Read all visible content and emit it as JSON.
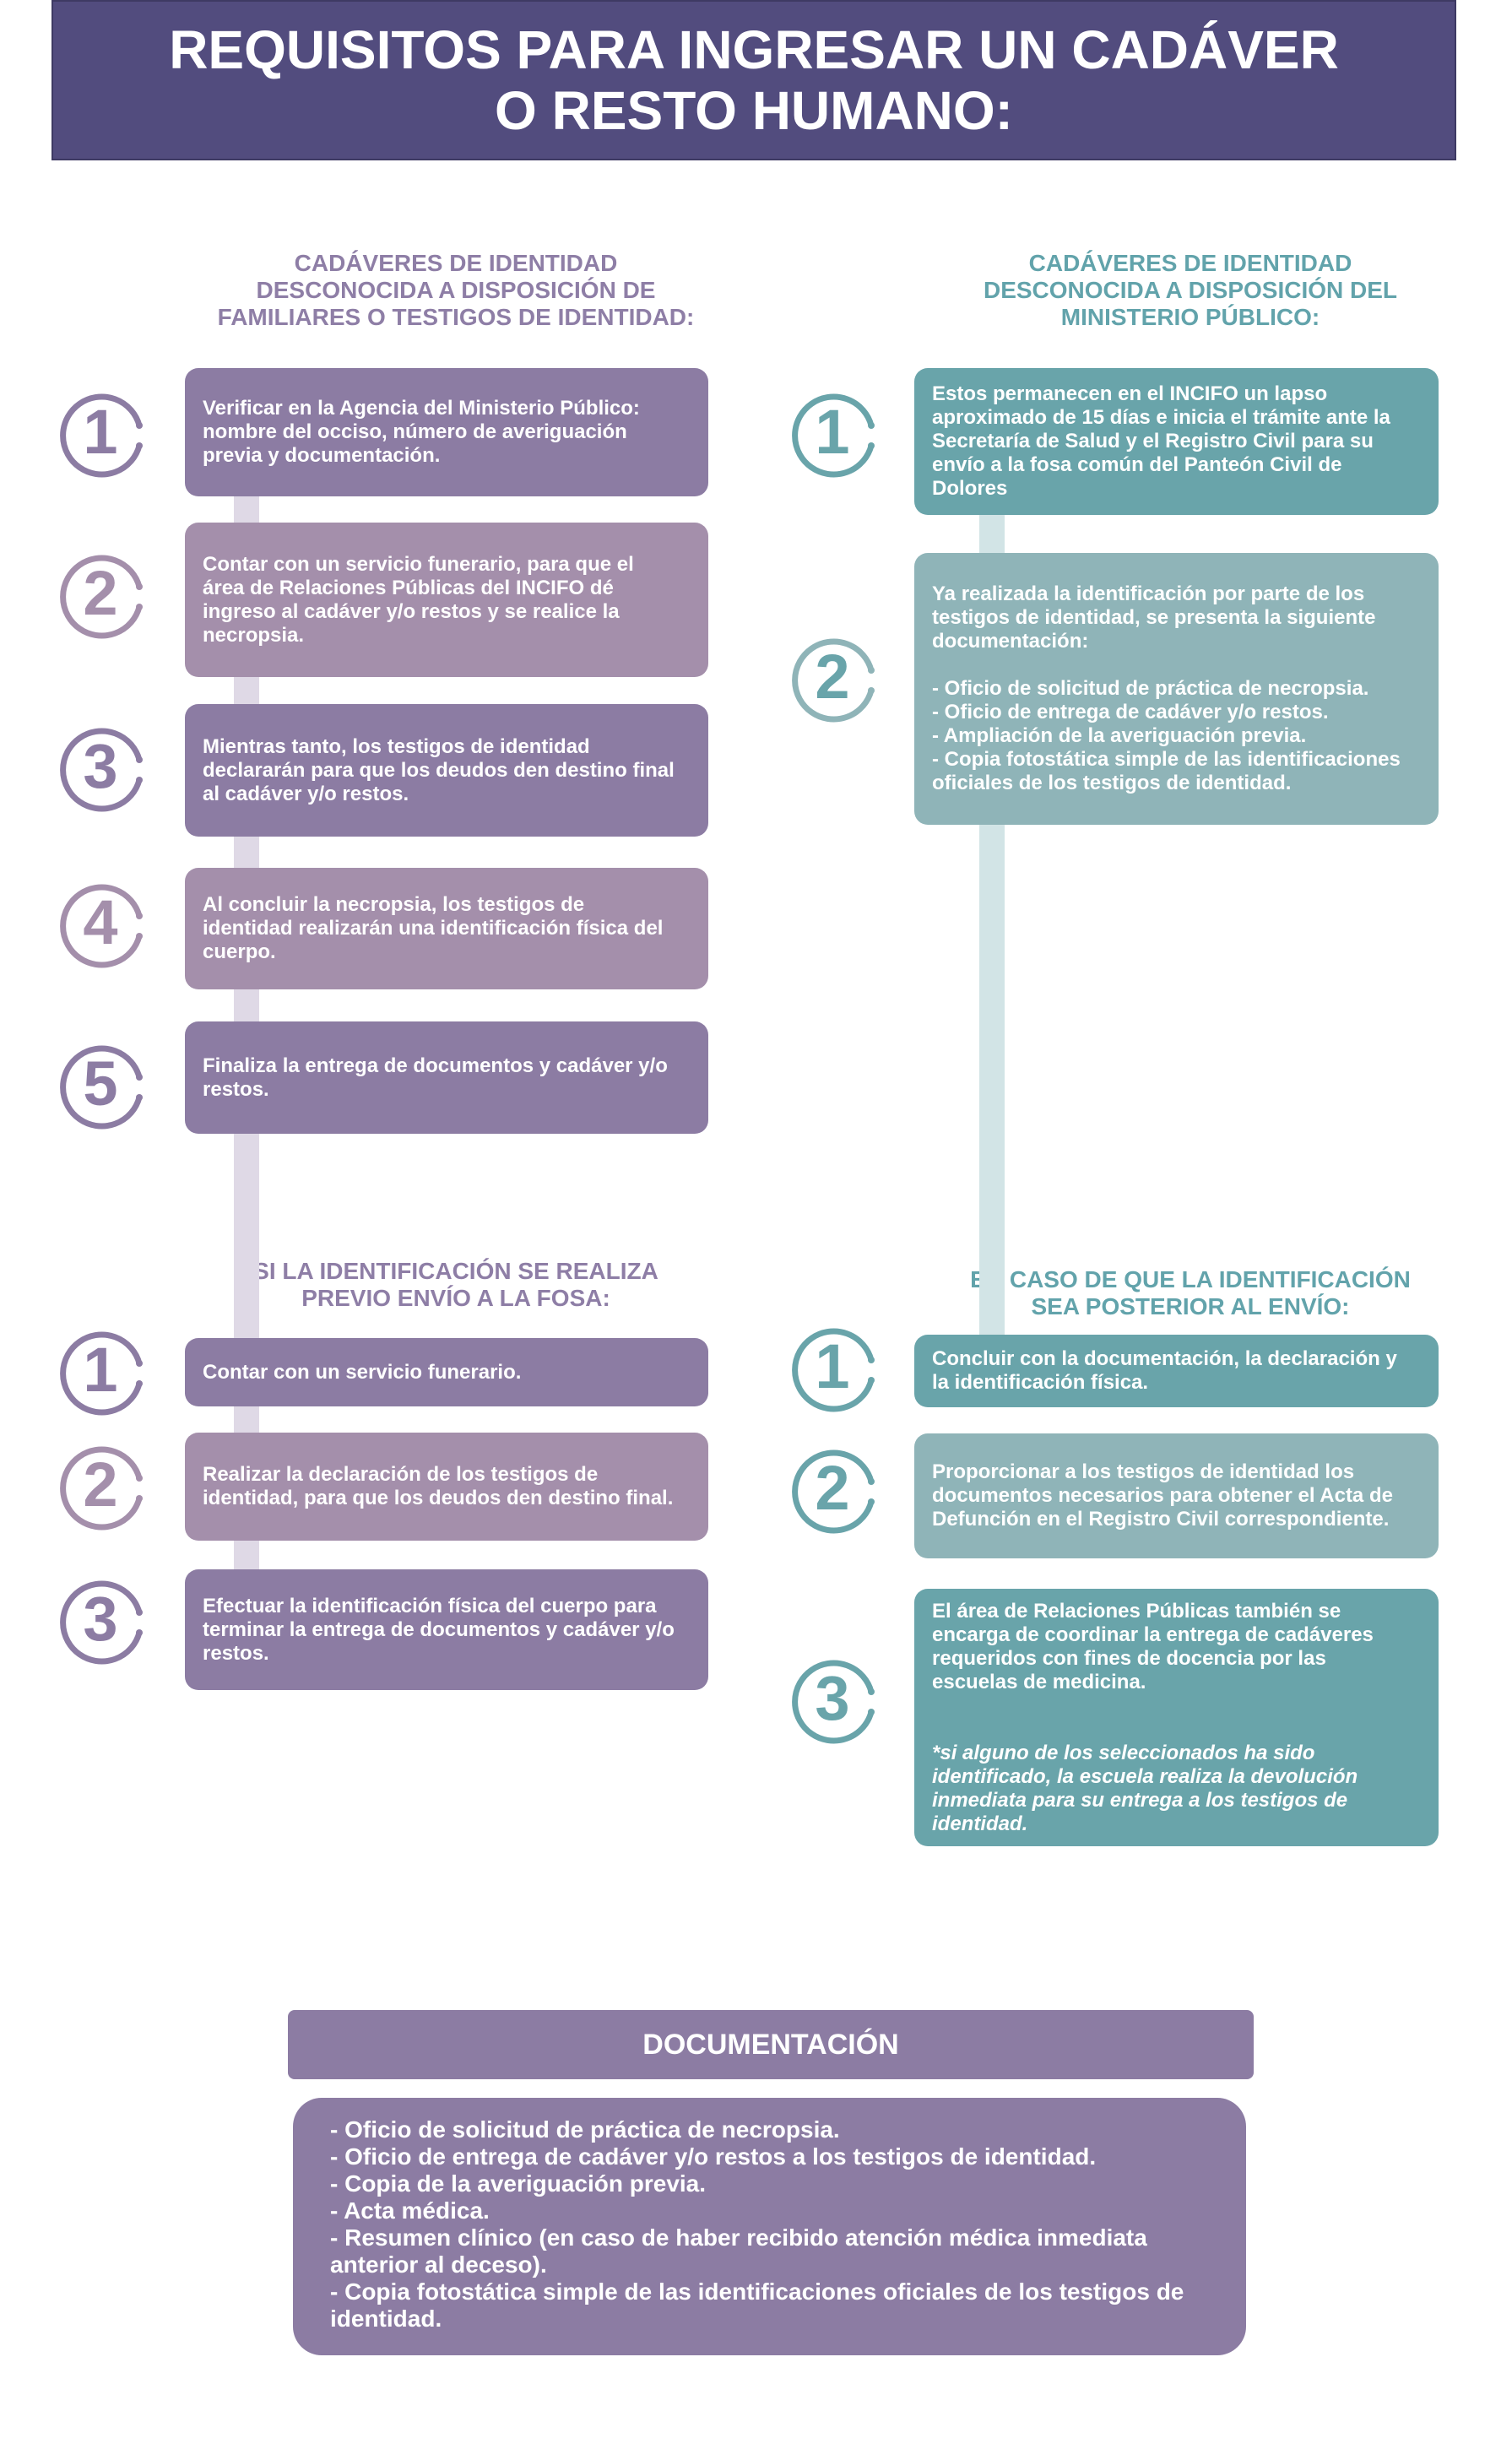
{
  "title": "REQUISITOS PARA INGRESAR UN CADÁVER O RESTO HUMANO:",
  "colors": {
    "header_bg": "#524c7e",
    "purple_dark": "#8c7ca3",
    "purple_light": "#a48fab",
    "teal_dark": "#69a4aa",
    "teal_light": "#8fb4b8",
    "purple_text": "#8e7ea6",
    "teal_text": "#62a3ab"
  },
  "left_top": {
    "title": "CADÁVERES DE IDENTIDAD\nDESCONOCIDA A DISPOSICIÓN DE\nFAMILIARES O TESTIGOS DE IDENTIDAD:",
    "steps": [
      {
        "number": "1",
        "text": "Verificar en la Agencia del Ministerio Público:\nnombre del occiso, número de averiguación\nprevia y documentación."
      },
      {
        "number": "2",
        "text": "Contar con un servicio funerario, para que el\nárea de Relaciones Públicas del INCIFO dé\ningreso al cadáver y/o restos y se realice la\nnecropsia."
      },
      {
        "number": "3",
        "text": "Mientras tanto, los testigos de identidad\ndeclararán para que los deudos den destino final\nal cadáver y/o restos."
      },
      {
        "number": "4",
        "text": "Al concluir la necropsia, los testigos de\nidentidad realizarán una identificación física del\ncuerpo."
      },
      {
        "number": "5",
        "text": "Finaliza la entrega de documentos y cadáver y/o\nrestos."
      }
    ]
  },
  "right_top": {
    "title": "CADÁVERES DE IDENTIDAD\nDESCONOCIDA A DISPOSICIÓN DEL\nMINISTERIO PÚBLICO:",
    "steps": [
      {
        "number": "1",
        "text": "Estos permanecen en el INCIFO un lapso\naproximado de 15 días e inicia el trámite ante la\nSecretaría de Salud y el Registro Civil para su\nenvío a la fosa común del Panteón Civil de\nDolores"
      },
      {
        "number": "2",
        "text": "Ya realizada la identificación por parte de los\ntestigos de identidad, se presenta la siguiente\ndocumentación:\n\n- Oficio de solicitud de práctica de necropsia.\n- Oficio de entrega de cadáver y/o restos.\n- Ampliación de la averiguación previa.\n- Copia fotostática simple de las identificaciones\noficiales de los testigos de identidad."
      }
    ]
  },
  "left_bottom": {
    "title": "SI LA IDENTIFICACIÓN SE REALIZA\nPREVIO ENVÍO A LA FOSA:",
    "steps": [
      {
        "number": "1",
        "text": "Contar con un servicio funerario."
      },
      {
        "number": "2",
        "text": "Realizar la declaración de los testigos de\nidentidad, para que los deudos den destino final."
      },
      {
        "number": "3",
        "text": "Efectuar la identificación física del cuerpo para\nterminar la entrega de documentos y cadáver y/o\nrestos."
      }
    ]
  },
  "right_bottom": {
    "title": "EN CASO DE QUE LA IDENTIFICACIÓN\nSEA POSTERIOR AL ENVÍO:",
    "steps": [
      {
        "number": "1",
        "text": "Concluir con la documentación, la declaración y\nla identificación física."
      },
      {
        "number": "2",
        "text": "Proporcionar a los testigos de identidad los\ndocumentos necesarios para obtener el Acta de\nDefunción en el Registro Civil correspondiente."
      },
      {
        "number": "3",
        "text": "El área de Relaciones Públicas también se\nencarga de coordinar la entrega de cadáveres\nrequeridos con fines de docencia por las\nescuelas de medicina.",
        "note": "*si alguno de los seleccionados ha sido\nidentificado, la escuela realiza la devolución\ninmediata para su entrega a los testigos de\nidentidad."
      }
    ]
  },
  "documentation": {
    "title": "DOCUMENTACIÓN",
    "items": [
      "- Oficio de solicitud de práctica de necropsia.",
      "- Oficio de entrega de cadáver y/o restos a los testigos de identidad.",
      "- Copia de la averiguación previa.",
      "- Acta médica.",
      "- Resumen clínico (en caso de haber recibido atención médica inmediata\nanterior al deceso).",
      "- Copia fotostática simple de las identificaciones oficiales de los testigos de\nidentidad."
    ]
  }
}
